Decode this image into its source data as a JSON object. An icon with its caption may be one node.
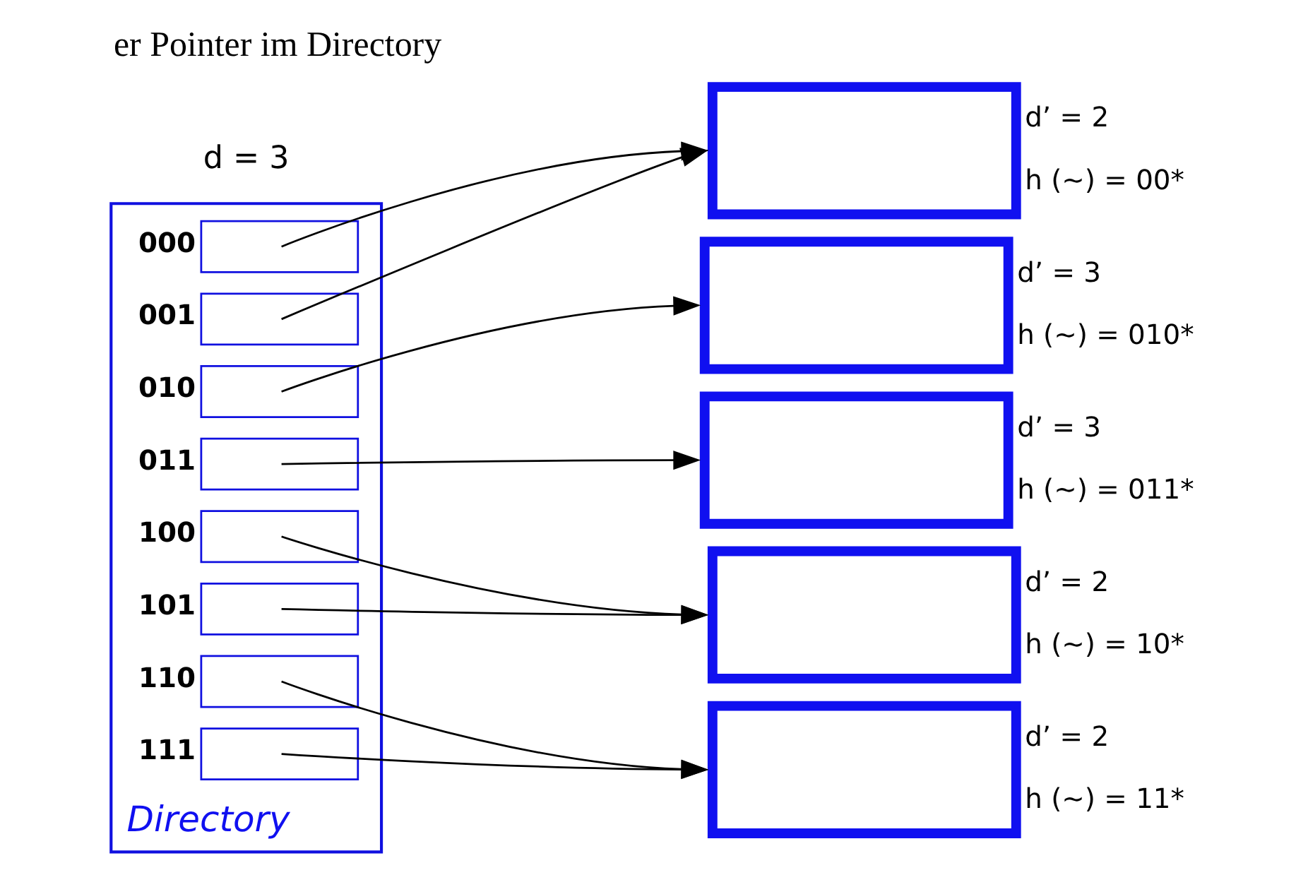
{
  "diagram": {
    "title": "er Pointer im Directory",
    "nodes": [
      {
        "text": [
          "Directory"
        ]
      },
      {
        "text": [],
        "shape": "box",
        "in": 0,
        "beside": [
          "000"
        ]
      },
      {
        "text": [],
        "shape": "box",
        "in": 0,
        "beside": [
          "001"
        ]
      },
      {
        "text": [],
        "shape": "box",
        "in": 0,
        "beside": [
          "010"
        ]
      },
      {
        "text": [],
        "shape": "box",
        "in": 0,
        "beside": [
          "011"
        ]
      },
      {
        "text": [],
        "shape": "box",
        "in": 0,
        "beside": [
          "100"
        ]
      },
      {
        "text": [],
        "shape": "box",
        "in": 0,
        "beside": [
          "101"
        ]
      },
      {
        "text": [],
        "shape": "box",
        "in": 0,
        "beside": [
          "110"
        ]
      },
      {
        "text": [],
        "shape": "box",
        "in": 0,
        "beside": [
          "111"
        ]
      },
      {
        "text": [],
        "shape": "box",
        "beside": [
          "d’ = 2",
          "h (~) = 00*"
        ]
      },
      {
        "text": [],
        "shape": "box",
        "beside": [
          "d’ = 3",
          "h (~) = 010*"
        ]
      },
      {
        "text": [],
        "shape": "box",
        "beside": [
          "d’ = 3",
          "h (~) = 011*"
        ]
      },
      {
        "text": [],
        "shape": "box",
        "beside": [
          "d’ = 2",
          "h (~) = 10*"
        ]
      },
      {
        "text": [],
        "shape": "box",
        "beside": [
          "d’ = 2",
          "h (~) = 11*"
        ]
      }
    ],
    "edges": [
      {
        "from": 1,
        "to": 9,
        "arrow": "to"
      },
      {
        "from": 2,
        "to": 9,
        "arrow": "to"
      },
      {
        "from": 3,
        "to": 10,
        "arrow": "to"
      },
      {
        "from": 4,
        "to": 11,
        "arrow": "to"
      },
      {
        "from": 5,
        "to": 12,
        "arrow": "to"
      },
      {
        "from": 6,
        "to": 12,
        "arrow": "to"
      },
      {
        "from": 7,
        "to": 13,
        "arrow": "to"
      },
      {
        "from": 8,
        "to": 13,
        "arrow": "to"
      }
    ],
    "labels": [
      "d = 3"
    ]
  }
}
